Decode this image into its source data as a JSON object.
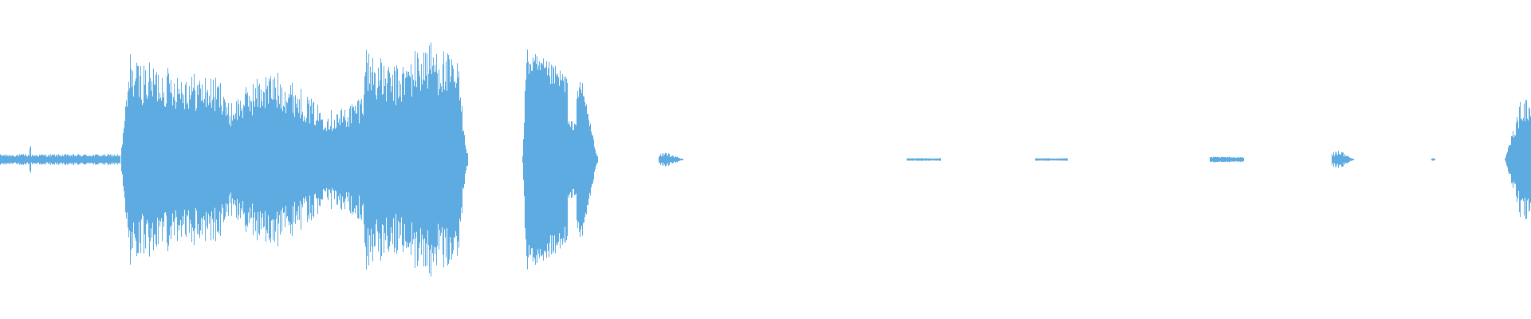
{
  "waveform": {
    "color": "#5dabe1",
    "background": "#ffffff",
    "axis": "center",
    "duration_fraction_note": "",
    "segments": [
      {
        "start": 0.0,
        "end": 0.078,
        "peak": 0.04,
        "shape": "hum"
      },
      {
        "start": 0.079,
        "end": 0.305,
        "peak": 0.93,
        "shape": "speech"
      },
      {
        "start": 0.341,
        "end": 0.39,
        "peak": 0.82,
        "shape": "burst"
      },
      {
        "start": 0.43,
        "end": 0.446,
        "peak": 0.06,
        "shape": "blip"
      },
      {
        "start": 0.592,
        "end": 0.614,
        "peak": 0.01,
        "shape": "line"
      },
      {
        "start": 0.676,
        "end": 0.697,
        "peak": 0.01,
        "shape": "line"
      },
      {
        "start": 0.79,
        "end": 0.812,
        "peak": 0.02,
        "shape": "line"
      },
      {
        "start": 0.87,
        "end": 0.884,
        "peak": 0.08,
        "shape": "blip"
      },
      {
        "start": 0.935,
        "end": 0.937,
        "peak": 0.02,
        "shape": "blip"
      },
      {
        "start": 0.983,
        "end": 1.0,
        "peak": 0.46,
        "shape": "rise"
      }
    ]
  }
}
